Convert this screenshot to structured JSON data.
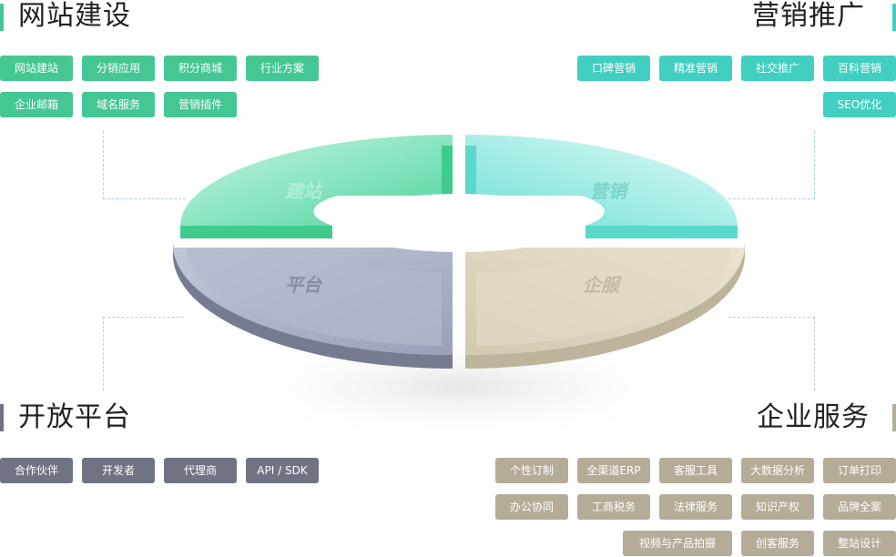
{
  "quadrants": {
    "website": {
      "title": "网站建设",
      "segment_label": "建站",
      "tags": [
        "网站建站",
        "分销应用",
        "积分商城",
        "行业方案",
        "企业邮箱",
        "域名服务",
        "营销插件"
      ]
    },
    "marketing": {
      "title": "营销推广",
      "segment_label": "营销",
      "tags": [
        "口碑营销",
        "精准营销",
        "社交推广",
        "百科营销",
        "SEO优化"
      ]
    },
    "platform": {
      "title": "开放平台",
      "segment_label": "平台",
      "tags": [
        "合作伙伴",
        "开发者",
        "代理商",
        "API / SDK"
      ]
    },
    "enterprise": {
      "title": "企业服务",
      "segment_label": "企服",
      "tags": [
        "个性订制",
        "全渠道ERP",
        "客服工具",
        "大数据分析",
        "订单打印",
        "办公协同",
        "工商税务",
        "法律服务",
        "知识产权",
        "品牌全案",
        "视频与产品拍摄",
        "创客服务",
        "整站设计"
      ]
    }
  },
  "colors": {
    "website": "#45c793",
    "marketing": "#40cfc0",
    "platform": "#6f7384",
    "enterprise": "#b4ac97"
  }
}
